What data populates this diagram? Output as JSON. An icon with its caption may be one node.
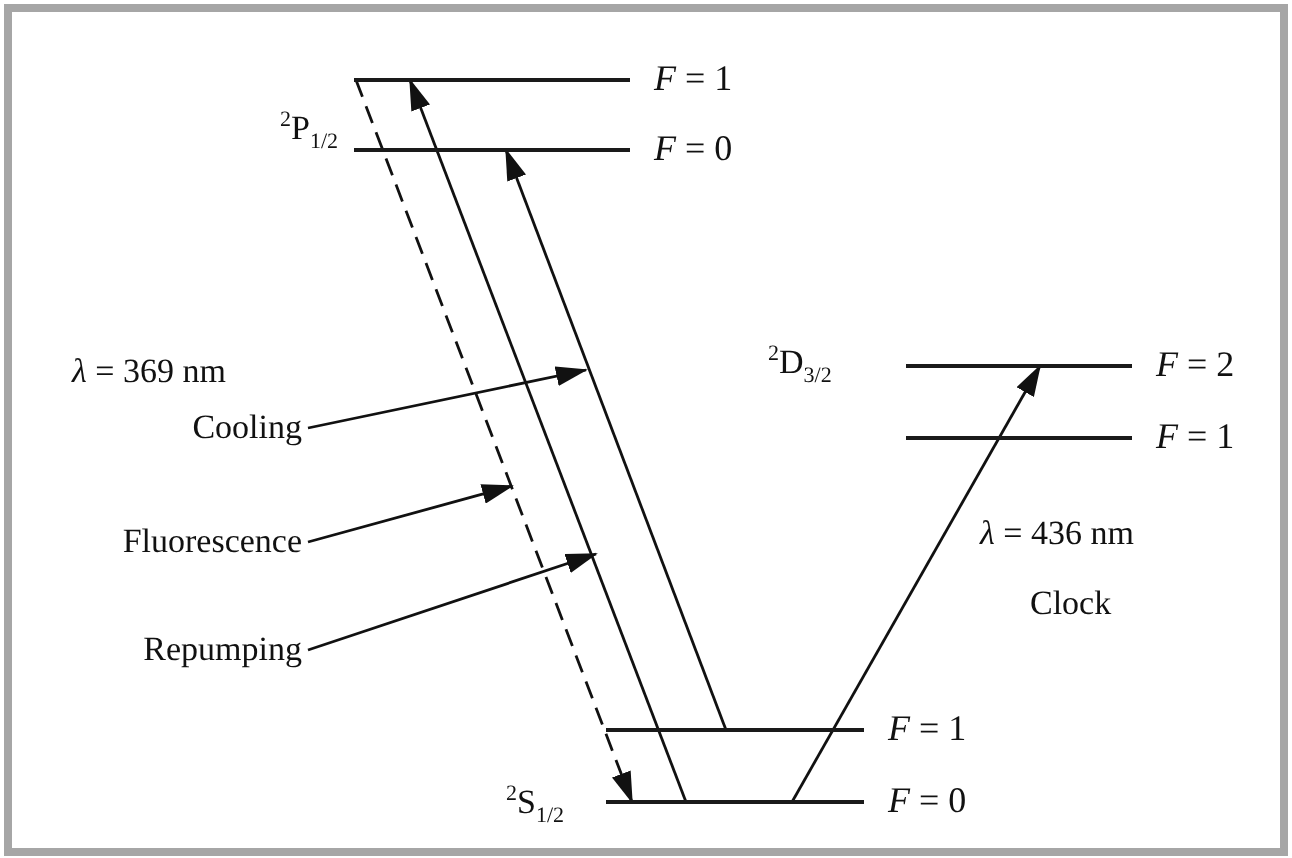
{
  "diagram": {
    "nodes": [
      {
        "text": [],
        "shape": "bar",
        "beside": [
          "*F* = 1"
        ]
      },
      {
        "text": [],
        "shape": "bar",
        "beside": [
          "*F* = 0"
        ]
      },
      {
        "text": [],
        "shape": "bar",
        "beside": [
          "*F* = 2"
        ]
      },
      {
        "text": [],
        "shape": "bar",
        "beside": [
          "*F* = 1"
        ]
      },
      {
        "text": [],
        "shape": "bar",
        "beside": [
          "*F* = 1"
        ]
      },
      {
        "text": [],
        "shape": "bar",
        "beside": [
          "*F* = 0"
        ]
      },
      {
        "text": [
          "Cooling"
        ]
      },
      {
        "text": [
          "Fluorescence"
        ]
      },
      {
        "text": [
          "Repumping"
        ]
      }
    ],
    "edges": [
      {
        "from": 5,
        "to": 0,
        "arrow": "to"
      },
      {
        "from": 4,
        "to": 1,
        "arrow": "to"
      },
      {
        "from": 0,
        "to": 5,
        "arrow": "to",
        "style": "dashed"
      },
      {
        "from": 5,
        "to": 2,
        "arrow": "to"
      },
      {
        "from": 6,
        "to": null,
        "arrow": "to"
      },
      {
        "from": 7,
        "to": null,
        "arrow": "to"
      },
      {
        "from": 8,
        "to": null,
        "arrow": "to"
      }
    ],
    "labels": [
      "$^{2}$P$_{1/2}$",
      "*λ* = 369 nm",
      "$^{2}$D$_{3/2}$",
      "*λ* = 436 nm",
      "Clock",
      "$^{2}$S$_{1/2}$"
    ]
  }
}
